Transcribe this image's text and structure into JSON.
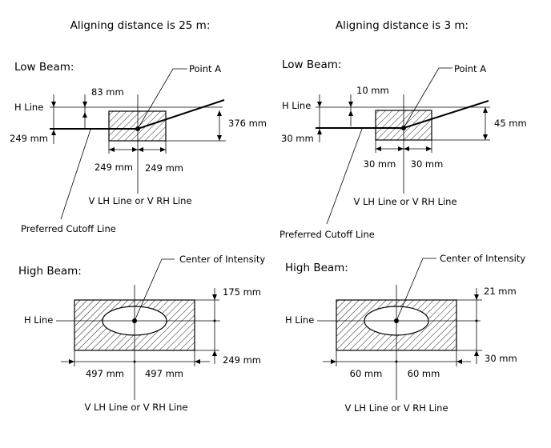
{
  "left": {
    "title": "Aligning distance is 25 m:",
    "low": {
      "label": "Low Beam:",
      "point_a": "Point A",
      "h_line": "H Line",
      "dim_top": "83 mm",
      "dim_left": "249 mm",
      "dim_right_height": "376 mm",
      "dim_half_left": "249 mm",
      "dim_half_right": "249 mm",
      "v_line": "V LH Line or V RH Line",
      "cutoff": "Preferred Cutoff Line"
    },
    "high": {
      "label": "High Beam:",
      "center": "Center of Intensity",
      "h_line": "H Line",
      "dim_top": "175 mm",
      "dim_bottom": "249 mm",
      "dim_half_left": "497 mm",
      "dim_half_right": "497 mm",
      "v_line": "V LH Line or V RH Line"
    }
  },
  "right": {
    "title": "Aligning distance is 3 m:",
    "low": {
      "label": "Low Beam:",
      "point_a": "Point A",
      "h_line": "H Line",
      "dim_top": "10 mm",
      "dim_left": "30 mm",
      "dim_right_height": "45 mm",
      "dim_half_left": "30 mm",
      "dim_half_right": "30 mm",
      "v_line": "V LH Line or V RH Line",
      "cutoff": "Preferred Cutoff Line"
    },
    "high": {
      "label": "High Beam:",
      "center": "Center of Intensity",
      "h_line": "H Line",
      "dim_top": "21 mm",
      "dim_bottom": "30 mm",
      "dim_half_left": "60 mm",
      "dim_half_right": "60 mm",
      "v_line": "V LH Line or V RH Line"
    }
  }
}
